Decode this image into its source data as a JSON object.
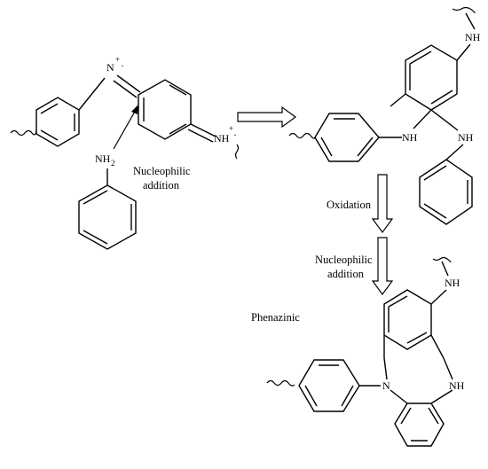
{
  "reactant": {
    "n_upper": "N",
    "n_upper_charge": "+",
    "n_upper_dot": "·",
    "n_right": "NH",
    "n_right_charge": "+",
    "n_right_dot": "·",
    "aniline_n": "NH",
    "aniline_sub": "2"
  },
  "labels": {
    "nucleophilic_addition_line1": "Nucleophilic",
    "nucleophilic_addition_line2": "addition",
    "oxidation": "Oxidation",
    "nucleophilic_addition2_line1": "Nucleophilic",
    "nucleophilic_addition2_line2": "addition",
    "phenazinic": "Phenazinic"
  },
  "intermediate": {
    "nh_top": "NH",
    "nh_left": "NH",
    "nh_right": "NH"
  },
  "product": {
    "nh_top": "NH",
    "n_ring": "N",
    "nh_ring": "NH"
  }
}
